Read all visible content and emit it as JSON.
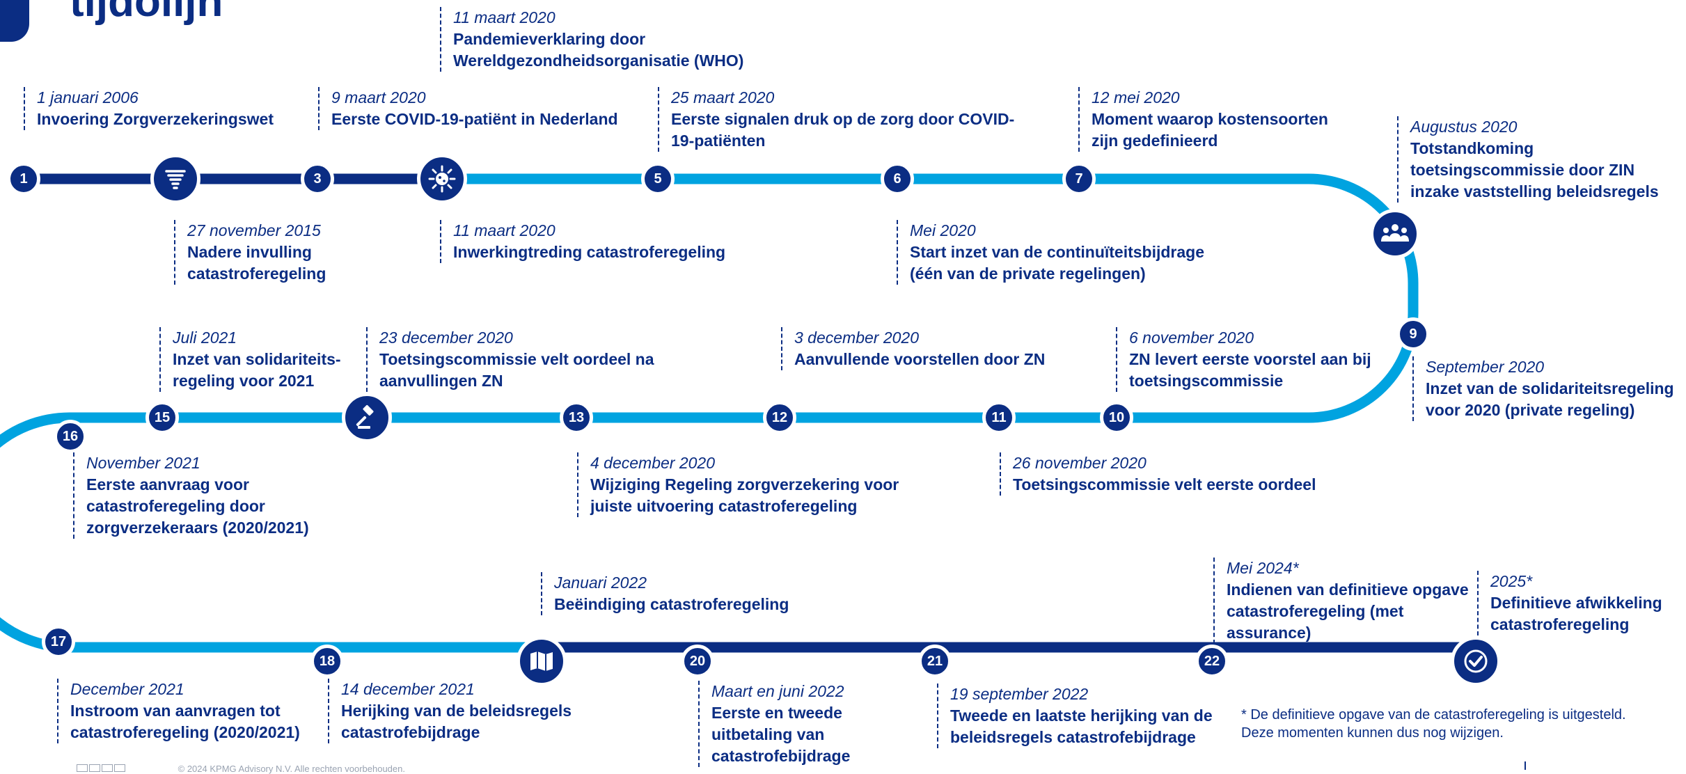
{
  "title": "tijdolijn",
  "colors": {
    "dark_blue": "#0b2d83",
    "light_blue": "#00a3e0",
    "text": "#0b2d83",
    "footer_gray": "#9aa3b2"
  },
  "milestones": [
    {
      "marker": "1",
      "date": "1 januari 2006",
      "text": "Invoering Zorgverzekeringswet"
    },
    {
      "marker": "tornado-icon",
      "date": "27 november 2015",
      "text": "Nadere invulling catastroferegeling"
    },
    {
      "marker": "3",
      "date": "9 maart 2020",
      "text": "Eerste COVID-19-patiënt in Nederland"
    },
    {
      "marker": "virus-icon",
      "date": "11 maart 2020",
      "text": "Pandemieverklaring door Wereldgezondheidsorganisatie (WHO)"
    },
    {
      "marker": "virus-icon",
      "date": "11 maart 2020",
      "text": "Inwerkingtreding catastroferegeling"
    },
    {
      "marker": "5",
      "date": "25 maart 2020",
      "text": "Eerste signalen druk op de zorg door COVID-19-patiënten"
    },
    {
      "marker": "6",
      "date": "Mei 2020",
      "text": "Start inzet van de continuïteitsbijdrage (één van de private regelingen)"
    },
    {
      "marker": "7",
      "date": "12 mei 2020",
      "text": "Moment waarop kostensoorten zijn gedefinieerd"
    },
    {
      "marker": "group-icon",
      "date": "Augustus 2020",
      "text": "Totstandkoming toetsingscommissie door ZIN inzake vaststelling beleidsregels"
    },
    {
      "marker": "9",
      "date": "September 2020",
      "text": "Inzet van de solidariteitsregeling voor 2020 (private regeling)"
    },
    {
      "marker": "10",
      "date": "6 november 2020",
      "text": "ZN levert eerste voorstel aan bij toetsingscommissie"
    },
    {
      "marker": "11",
      "date": "26 november 2020",
      "text": "Toetsingscommissie velt eerste oordeel"
    },
    {
      "marker": "12",
      "date": "3 december 2020",
      "text": "Aanvullende voorstellen door ZN"
    },
    {
      "marker": "13",
      "date": "4 december 2020",
      "text": "Wijziging Regeling zorgverzekering voor juiste uitvoering catastroferegeling"
    },
    {
      "marker": "gavel-icon",
      "date": "23 december 2020",
      "text": "Toetsingscommissie velt oordeel na aanvullingen ZN"
    },
    {
      "marker": "15",
      "date": "Juli 2021",
      "text": "Inzet van solidariteits-regeling voor 2021"
    },
    {
      "marker": "16",
      "date": "November 2021",
      "text": "Eerste aanvraag voor catastroferegeling door zorgverzekeraars (2020/2021)"
    },
    {
      "marker": "17",
      "date": "December 2021",
      "text": "Instroom van aanvragen tot catastroferegeling (2020/2021)"
    },
    {
      "marker": "18",
      "date": "14 december 2021",
      "text": "Herijking van de beleidsregels catastrofebijdrage"
    },
    {
      "marker": "flag-icon",
      "date": "Januari 2022",
      "text": "Beëindiging catastroferegeling"
    },
    {
      "marker": "20",
      "date": "Maart en juni 2022",
      "text": "Eerste en tweede uitbetaling van catastrofebijdrage"
    },
    {
      "marker": "21",
      "date": "19 september 2022",
      "text": "Tweede en laatste herijking van de beleidsregels catastrofebijdrage"
    },
    {
      "marker": "22",
      "date": "Mei 2024*",
      "text": "Indienen van definitieve opgave catastroferegeling (met assurance)"
    },
    {
      "marker": "check-icon",
      "date": "2025*",
      "text": "Definitieve afwikkeling catastroferegeling"
    }
  ],
  "footnote": {
    "line1": "* De definitieve opgave van de catastroferegeling is uitgesteld.",
    "line2": "Deze momenten kunnen dus nog wijzigen."
  },
  "footer": {
    "copyright": "© 2024 KPMG Advisory N.V. Alle rechten voorbehouden."
  }
}
